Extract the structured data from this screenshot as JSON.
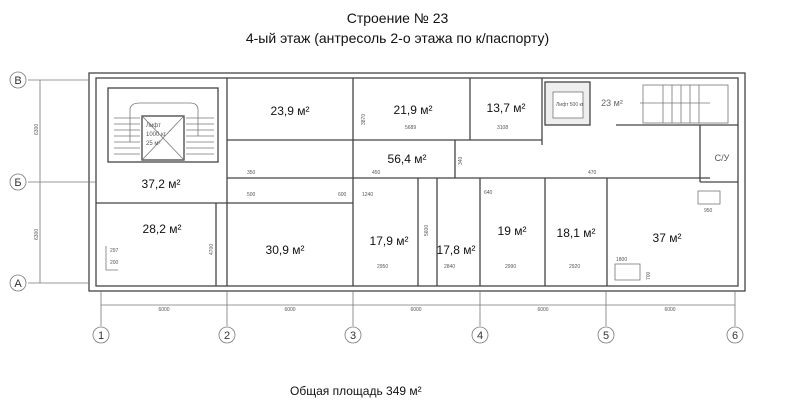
{
  "header": {
    "title": "Строение № 23",
    "subtitle": "4-ый этаж (антресоль 2-о этажа по к/паспорту)"
  },
  "footer": {
    "total_area": "Общая площадь 349 м²"
  },
  "axes": {
    "columns": [
      "1",
      "2",
      "3",
      "4",
      "5",
      "6"
    ],
    "rows": [
      "В",
      "Б",
      "А"
    ],
    "spans": [
      "6000",
      "6000",
      "6000",
      "6000",
      "6000"
    ],
    "row_spans": [
      "6300",
      "6300"
    ]
  },
  "rooms": {
    "stair_hall": "37,2 м²",
    "r1": "23,9 м²",
    "r2": "21,9 м²",
    "r3": "13,7 м²",
    "lift_hall": "23 м²",
    "corridor": "56,4 м²",
    "wc": "С/У",
    "r4": "28,2 м²",
    "r5": "30,9 м²",
    "r6": "17,9 м²",
    "r7": "17,8 м²",
    "r8": "19 м²",
    "r9": "18,1 м²",
    "r10": "37 м²"
  },
  "lift": {
    "line1": "Лифт",
    "line2": "1000 кг",
    "line3": "25 м²",
    "small": "Лифт 500 кг"
  },
  "dims": [
    "3870",
    "5689",
    "3108",
    "350",
    "500",
    "600",
    "1240",
    "450",
    "340",
    "4700",
    "297",
    "200",
    "2950",
    "2840",
    "2990",
    "2920",
    "5600",
    "470",
    "640",
    "950",
    "1800",
    "700"
  ]
}
